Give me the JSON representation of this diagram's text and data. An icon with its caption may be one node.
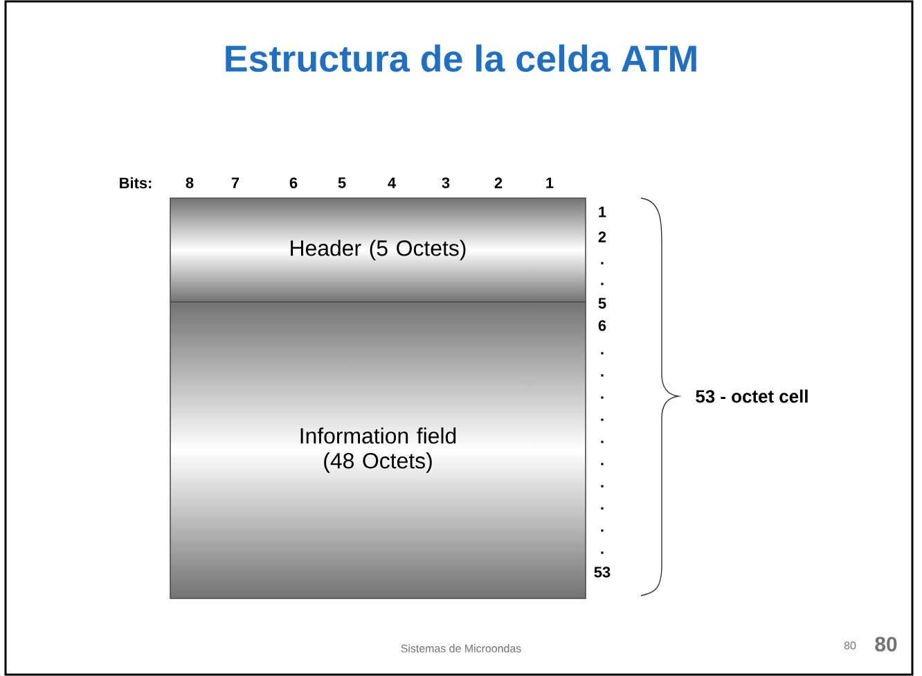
{
  "diagram": {
    "title": "Estructura de la celda ATM",
    "nodes": [
      {
        "text": [
          "Header (5 Octets)"
        ]
      },
      {
        "text": [
          "Information field (48 Octets)"
        ]
      }
    ],
    "labels": [
      "Bits:",
      "8",
      "7",
      "6",
      "5",
      "4",
      "3",
      "2",
      "1",
      "1",
      "2",
      ".",
      ".",
      "5",
      "6",
      ".",
      ".",
      ".",
      ".",
      ".",
      ".",
      ".",
      ".",
      ".",
      ".",
      "53",
      "53 - octet cell",
      "Sistemas de Microondas",
      "80",
      "80"
    ]
  }
}
